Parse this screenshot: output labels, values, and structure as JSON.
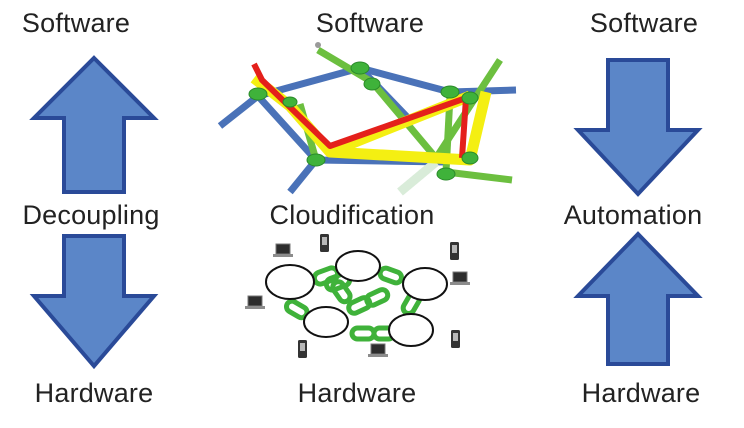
{
  "columns": {
    "left": {
      "top": "Software",
      "middle": "Decoupling",
      "bottom": "Hardware"
    },
    "center": {
      "top": "Software",
      "middle": "Cloudification",
      "bottom": "Hardware"
    },
    "right": {
      "top": "Software",
      "middle": "Automation",
      "bottom": "Hardware"
    }
  },
  "colors": {
    "arrow_fill": "#5b86c8",
    "arrow_stroke": "#2a4a98",
    "net_blue": "#4a72b8",
    "net_green": "#6cbf3f",
    "net_yellow": "#f4ef12",
    "net_red": "#e4201b",
    "node_green": "#3fb23a"
  }
}
